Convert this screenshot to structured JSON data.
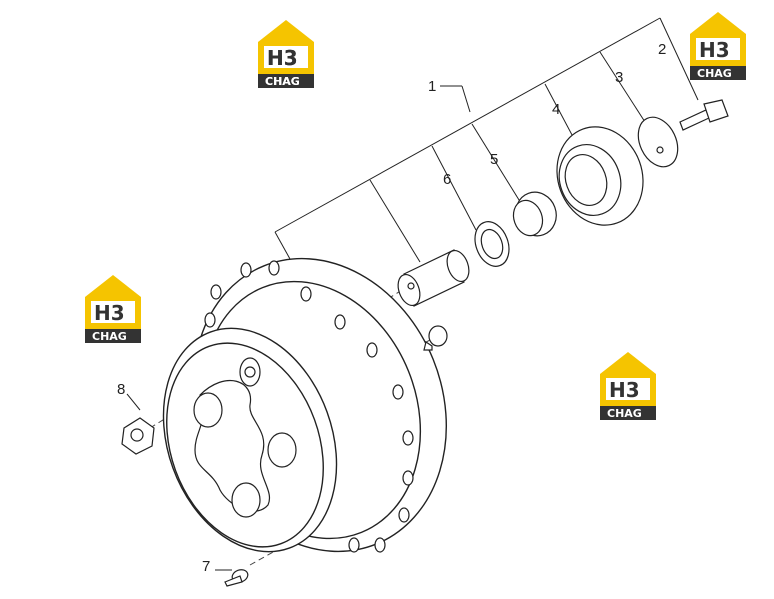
{
  "callouts": [
    {
      "id": "1",
      "text": "1"
    },
    {
      "id": "2",
      "text": "2"
    },
    {
      "id": "3",
      "text": "3"
    },
    {
      "id": "4",
      "text": "4"
    },
    {
      "id": "5",
      "text": "5"
    },
    {
      "id": "6",
      "text": "6"
    },
    {
      "id": "7",
      "text": "7"
    },
    {
      "id": "8",
      "text": "8"
    }
  ],
  "watermark": {
    "big": "H3",
    "small": "CHAG",
    "colors": {
      "accent": "#f5c400",
      "dark": "#333333",
      "text": "#ffffff"
    }
  },
  "colors": {
    "line": "#222222",
    "stroke": "#444444"
  }
}
